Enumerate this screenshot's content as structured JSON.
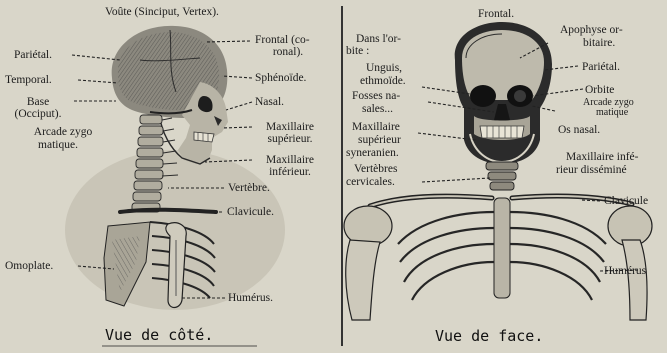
{
  "side_view": {
    "caption": "Vue de côté.",
    "labels": {
      "voute": "Voûte (Sinciput, Vertex).",
      "parietal": "Pariétal.",
      "temporal": "Temporal.",
      "base_1": "Base",
      "base_2": "(Occiput).",
      "arcade_1": "Arcade zygo",
      "arcade_2": "matique.",
      "frontal_1": "Frontal (co-",
      "frontal_2": "ronal).",
      "sphenoide": "Sphénoïde.",
      "nasal": "Nasal.",
      "max_sup_1": "Maxillaire",
      "max_sup_2": "supérieur.",
      "max_inf_1": "Maxillaire",
      "max_inf_2": "inférieur.",
      "vertebre": "Vertèbre.",
      "clavicule": "Clavicule.",
      "omoplate": "Omoplate.",
      "humerus": "Humérus."
    }
  },
  "front_view": {
    "caption": "Vue de face.",
    "labels": {
      "frontal": "Frontal.",
      "apophyse_1": "Apophyse or-",
      "apophyse_2": "bitaire.",
      "parietal": "Pariétal.",
      "dans_1": "Dans l'or-",
      "dans_2": "bite :",
      "unguis_1": "Unguis,",
      "unguis_2": "ethmoïde.",
      "fosses_1": "Fosses na-",
      "fosses_2": "sales...",
      "max_sup_1": "Maxillaire",
      "max_sup_2": "supérieur",
      "syneranien": "syneranien.",
      "vert_1": "Vertèbres",
      "vert_2": "cervicales.",
      "orbite": "Orbite",
      "arcade_1": "Arcade zygo",
      "arcade_2": "matique",
      "os_nasal": "Os nasal.",
      "max_inf_1": "Maxillaire infé-",
      "max_inf_2": "rieur disséminé",
      "clavicule": "Clavicule",
      "humerus": "Humérus"
    }
  }
}
